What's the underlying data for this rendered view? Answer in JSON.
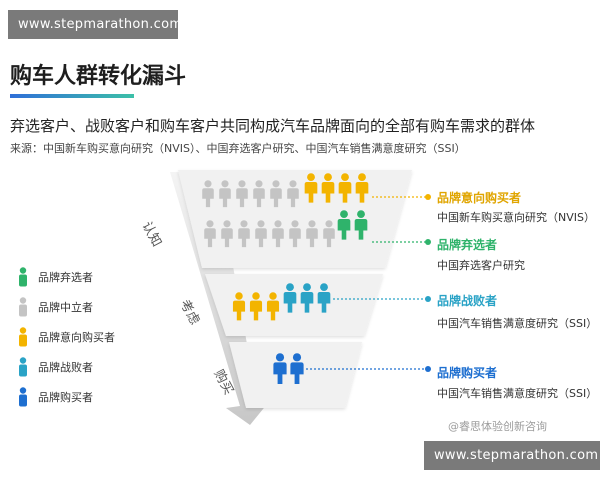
{
  "watermark": "www.stepmarathon.com",
  "title": "购车人群转化漏斗",
  "subtitle": "弃选客户、战败客户和购车客户共同构成汽车品牌面向的全部有购车需求的群体",
  "source": "来源：中国新车购买意向研究（NVIS）、中国弃选客户研究、中国汽车销售满意度研究（SSI）",
  "legend": [
    {
      "label": "品牌弃选者",
      "icon": "green-person-icon",
      "color": "#2fb36b"
    },
    {
      "label": "品牌中立者",
      "icon": "gray-person-icon",
      "color": "#c4c4c4"
    },
    {
      "label": "品牌意向购买者",
      "icon": "yellow-person-icon",
      "color": "#f3b400"
    },
    {
      "label": "品牌战败者",
      "icon": "teal-person-icon",
      "color": "#2aa3c6"
    },
    {
      "label": "品牌购买者",
      "icon": "blue-person-icon",
      "color": "#1e6fd0"
    }
  ],
  "funnel_stages": [
    "认知",
    "考虑",
    "购买"
  ],
  "callouts": [
    {
      "title": "品牌意向购买者",
      "desc": "中国新车购买意向研究（NVIS）",
      "color": "#f3b400"
    },
    {
      "title": "品牌弃选者",
      "desc": "中国弃选客户研究",
      "color": "#2fb36b"
    },
    {
      "title": "品牌战败者",
      "desc": "中国汽车销售满意度研究（SSI）",
      "color": "#2aa3c6"
    },
    {
      "title": "品牌购买者",
      "desc": "中国汽车销售满意度研究（SSI）",
      "color": "#1e6fd0"
    }
  ],
  "credit": "@睿思体验创新咨询"
}
